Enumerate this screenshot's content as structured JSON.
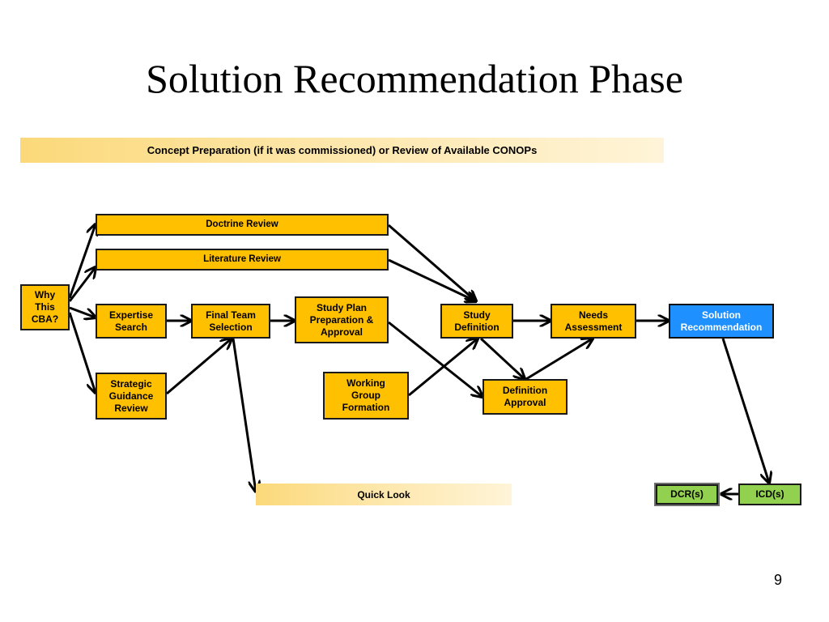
{
  "slide": {
    "title": "Solution Recommendation Phase",
    "page_number": "9"
  },
  "banners": {
    "concept": "Concept Preparation (if it was commissioned) or Review of Available CONOPs",
    "quick_look": "Quick Look"
  },
  "nodes": {
    "why_cba": "Why\nThis\nCBA?",
    "doctrine_review": "Doctrine Review",
    "literature_review": "Literature Review",
    "expertise_search": "Expertise\nSearch",
    "strategic_guidance_review": "Strategic\nGuidance\nReview",
    "final_team_selection": "Final Team\nSelection",
    "study_plan": "Study Plan\nPreparation &\nApproval",
    "working_group_formation": "Working\nGroup\nFormation",
    "study_definition": "Study\nDefinition",
    "definition_approval": "Definition\nApproval",
    "needs_assessment": "Needs\nAssessment",
    "solution_recommendation": "Solution\nRecommendation",
    "dcrs": "DCR(s)",
    "icds": "ICD(s)"
  },
  "colors": {
    "process_box": "#ffc000",
    "solution_box": "#1e90ff",
    "output_box": "#92d050",
    "banner": "#fbd97a"
  }
}
